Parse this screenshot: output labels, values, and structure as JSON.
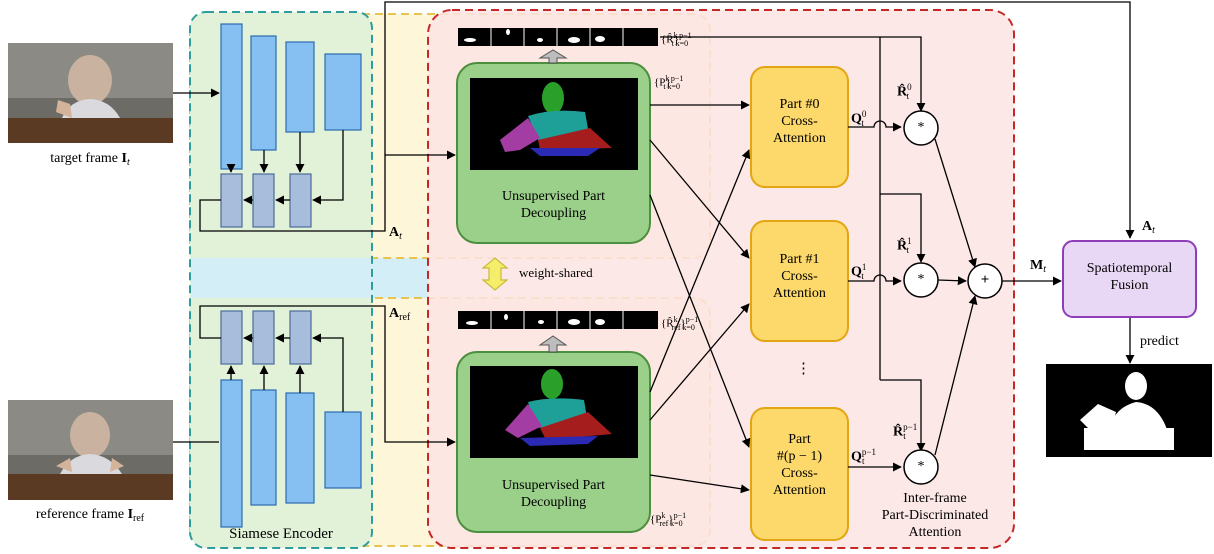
{
  "inputs": {
    "target_caption": "target frame",
    "target_symbol": "I",
    "target_sub": "t",
    "reference_caption": "reference frame",
    "reference_symbol": "I",
    "reference_sub": "ref"
  },
  "encoder": {
    "title": "Siamese Encoder",
    "out_target": "A",
    "out_target_sub": "t",
    "out_ref": "A",
    "out_ref_sub": "ref"
  },
  "decoupling": {
    "label_line1": "Unsupervised Part",
    "label_line2": "Decoupling",
    "shared_label": "weight-shared",
    "P_target": "{P",
    "P_target_sup": "k",
    "P_target_sub": "t",
    "P_ref": "{P",
    "P_ref_sup": "k",
    "P_ref_sub": "ref",
    "range_sup": "p−1",
    "range_sub": "k=0",
    "R_target": "{R̂",
    "R_target_sup": "k",
    "R_target_sub": "t",
    "R_ref": "{R̂",
    "R_ref_sup": "k",
    "R_ref_sub": "ref"
  },
  "attention": {
    "blocks": [
      {
        "line1": "Part #0",
        "line2": "Cross-",
        "line3": "Attention",
        "line4": ""
      },
      {
        "line1": "Part #1",
        "line2": "Cross-",
        "line3": "Attention",
        "line4": ""
      },
      {
        "line1": "Part",
        "line2": "#(p − 1)",
        "line3": "Cross-",
        "line4": "Attention"
      }
    ],
    "dots": "⋮",
    "Q": [
      "Q",
      "Q",
      "Q"
    ],
    "Q_sup": [
      "0",
      "1",
      "p−1"
    ],
    "Q_sub": "t",
    "R": [
      "R̂",
      "R̂",
      "R̂"
    ],
    "R_sup": [
      "0",
      "1",
      "p−1"
    ],
    "R_sub": "t",
    "multiply": "*",
    "plus": "+",
    "title_line1": "Inter-frame",
    "title_line2": "Part-Discriminated",
    "title_line3": "Attention"
  },
  "fusion": {
    "label_line1": "Spatiotemporal",
    "label_line2": "Fusion",
    "input_A": "A",
    "input_A_sub": "t",
    "input_M": "M",
    "input_M_sub": "t",
    "predict": "predict"
  },
  "colors": {
    "encoder_fill": "#e2f2d8",
    "encoder_border": "#2e9e9c",
    "cyan_band": "#d4eef8",
    "yellow_band": "#fdf6d8",
    "yellow_border": "#e8c350",
    "red_region": "#fde4e4",
    "red_border": "#c62828",
    "decoupling_fill": "#9bd08a",
    "decoupling_border": "#4c8f3e",
    "attention_fill": "#fdd86a",
    "attention_border": "#e3a612",
    "fusion_fill": "#e9d8f5",
    "fusion_border": "#8e3fb8",
    "bar_fill": "#86bff2",
    "bar_border": "#2d6cb0",
    "small_fill": "#a8bddc",
    "small_border": "#4a6c98",
    "seg_head": "#2aa02a",
    "seg_torso": "#1e9f98",
    "seg_left": "#a33da3",
    "seg_right": "#a51d1d",
    "seg_bottom": "#2a2ab4"
  }
}
